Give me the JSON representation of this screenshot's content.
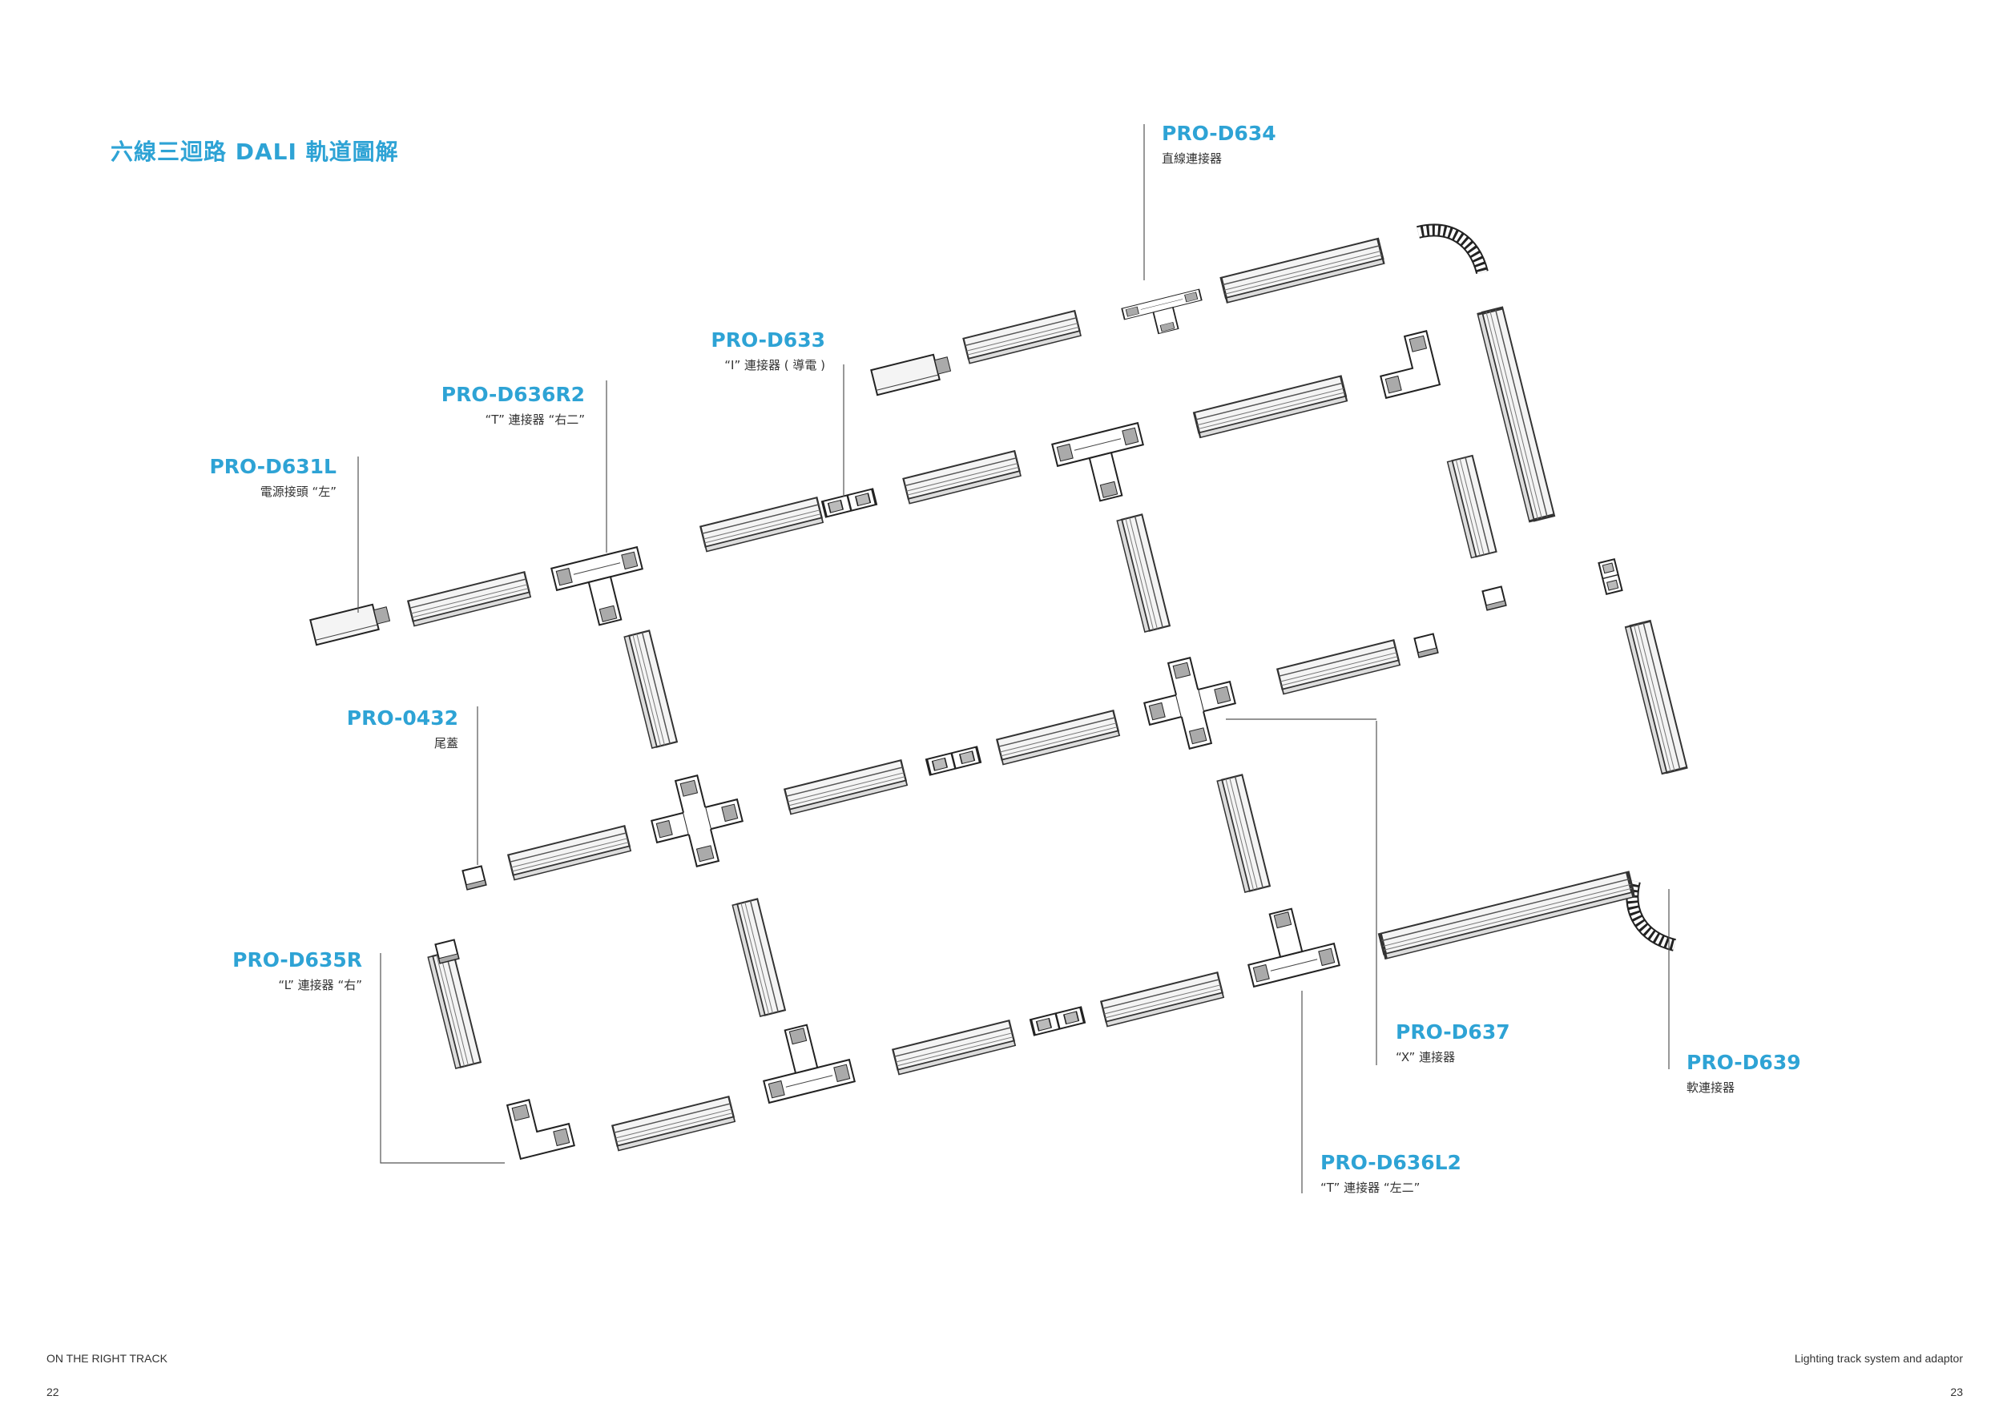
{
  "title": "六線三迴路 DALI 軌道圖解",
  "labels": {
    "d634": {
      "code": "PRO-D634",
      "desc": "直線連接器"
    },
    "d633": {
      "code": "PRO-D633",
      "desc": "“I” 連接器 ( 導電 )"
    },
    "d636r2": {
      "code": "PRO-D636R2",
      "desc": "“T” 連接器 “右二”"
    },
    "d631l": {
      "code": "PRO-D631L",
      "desc": "電源接頭 “左”"
    },
    "p0432": {
      "code": "PRO-0432",
      "desc": "尾蓋"
    },
    "d635r": {
      "code": "PRO-D635R",
      "desc": "“L” 連接器 “右”"
    },
    "d637": {
      "code": "PRO-D637",
      "desc": "“X” 連接器"
    },
    "d639": {
      "code": "PRO-D639",
      "desc": "軟連接器"
    },
    "d636l2": {
      "code": "PRO-D636L2",
      "desc": "“T” 連接器 “左二”"
    }
  },
  "footer": {
    "left_title": "ON THE RIGHT TRACK",
    "left_page": "22",
    "right_title": "Lighting track system and adaptor",
    "right_page": "23"
  },
  "colors": {
    "accent": "#2ea3d5",
    "line": "#555555",
    "track_fill": "#f2f2f2",
    "track_stroke": "#333333"
  }
}
